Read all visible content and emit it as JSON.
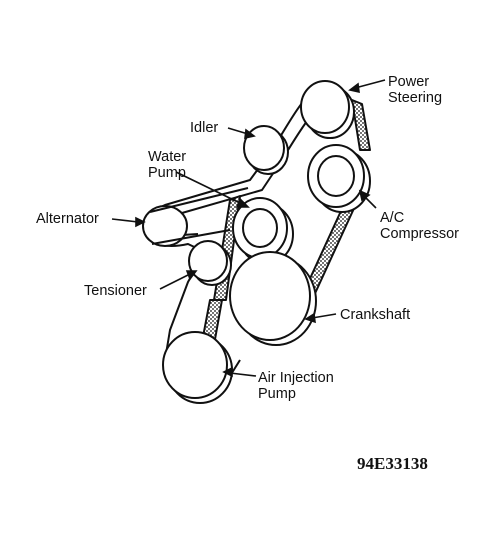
{
  "labels": {
    "power_steering": "Power\nSteering",
    "idler": "Idler",
    "water_pump": "Water\nPump",
    "alternator": "Alternator",
    "ac_compressor": "A/C\nCompressor",
    "tensioner": "Tensioner",
    "crankshaft": "Crankshaft",
    "air_injection_pump": "Air Injection\nPump"
  },
  "figure_id": "94E33138"
}
